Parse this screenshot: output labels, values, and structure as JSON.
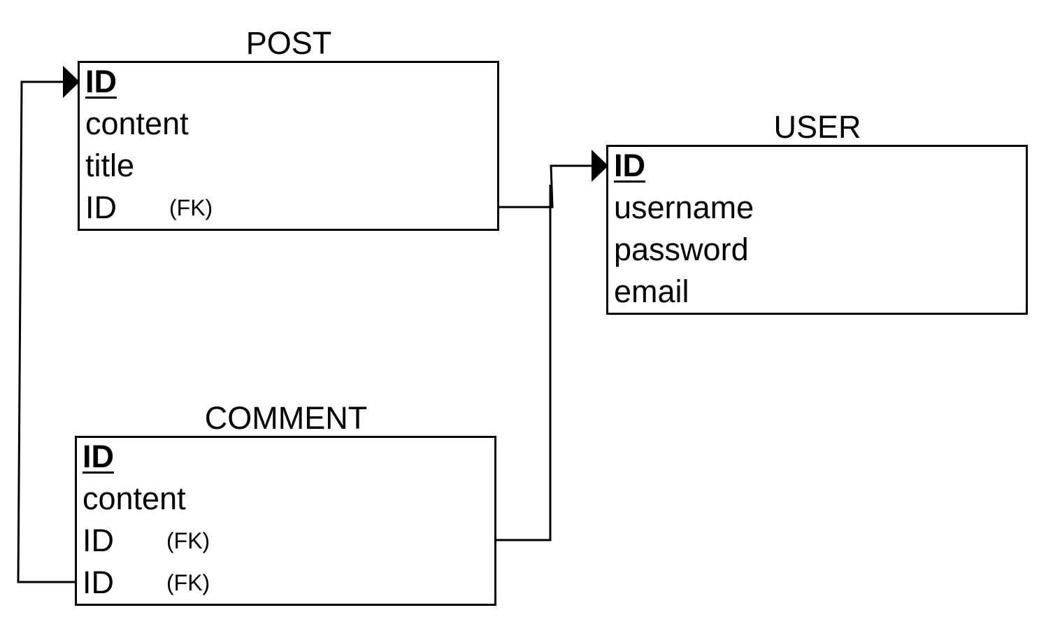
{
  "entities": {
    "post": {
      "name": "POST",
      "fields": [
        {
          "name": "ID",
          "pk": true,
          "fk": ""
        },
        {
          "name": "content",
          "pk": false,
          "fk": ""
        },
        {
          "name": "title",
          "pk": false,
          "fk": ""
        },
        {
          "name": "ID",
          "pk": false,
          "fk": "(FK)"
        }
      ]
    },
    "user": {
      "name": "USER",
      "fields": [
        {
          "name": "ID",
          "pk": true,
          "fk": ""
        },
        {
          "name": "username",
          "pk": false,
          "fk": ""
        },
        {
          "name": "password",
          "pk": false,
          "fk": ""
        },
        {
          "name": "email",
          "pk": false,
          "fk": ""
        }
      ]
    },
    "comment": {
      "name": "COMMENT",
      "fields": [
        {
          "name": "ID",
          "pk": true,
          "fk": ""
        },
        {
          "name": "content",
          "pk": false,
          "fk": ""
        },
        {
          "name": "ID",
          "pk": false,
          "fk": "(FK)"
        },
        {
          "name": "ID",
          "pk": false,
          "fk": "(FK)"
        }
      ]
    }
  },
  "relationships": [
    {
      "from": "post.3",
      "to": "user.0"
    },
    {
      "from": "comment.2",
      "to": "user.0"
    },
    {
      "from": "comment.3",
      "to": "post.0"
    }
  ]
}
